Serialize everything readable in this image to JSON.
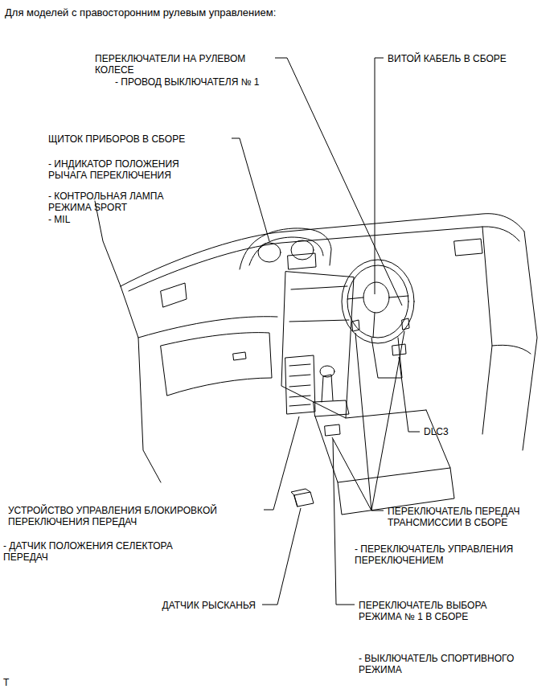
{
  "diagram": {
    "title": "Для моделей с правосторонним рулевым управлением:",
    "labels": [
      "ПЕРЕКЛЮЧАТЕЛИ НА РУЛЕВОМ КОЛЕСЕ",
      "- ПРОВОД ВЫКЛЮЧАТЕЛЯ № 1",
      "ВИТОЙ КАБЕЛЬ В СБОРЕ",
      "ЩИТОК ПРИБОРОВ В СБОРЕ",
      "- ИНДИКАТОР ПОЛОЖЕНИЯ РЫЧАГА ПЕРЕКЛЮЧЕНИЯ",
      "- КОНТРОЛЬНАЯ ЛАМПА РЕЖИМА SPORT",
      "- MIL",
      "DLC3",
      "УСТРОЙСТВО УПРАВЛЕНИЯ БЛОКИРОВКОЙ ПЕРЕКЛЮЧЕНИЯ ПЕРЕДАЧ",
      "- ДАТЧИК ПОЛОЖЕНИЯ СЕЛЕКТОРА ПЕРЕДАЧ",
      "ПЕРЕКЛЮЧАТЕЛЬ ПЕРЕДАЧ ТРАНСМИССИИ В СБОРЕ",
      "- ПЕРЕКЛЮЧАТЕЛЬ УПРАВЛЕНИЯ ПЕРЕКЛЮЧЕНИЕМ",
      "ДАТЧИК РЫСКАНЬЯ",
      "ПЕРЕКЛЮЧАТЕЛЬ ВЫБОРА РЕЖИМА № 1 В СБОРЕ",
      "- ВЫКЛЮЧАТЕЛЬ СПОРТИВНОГО РЕЖИМА",
      "T"
    ]
  }
}
